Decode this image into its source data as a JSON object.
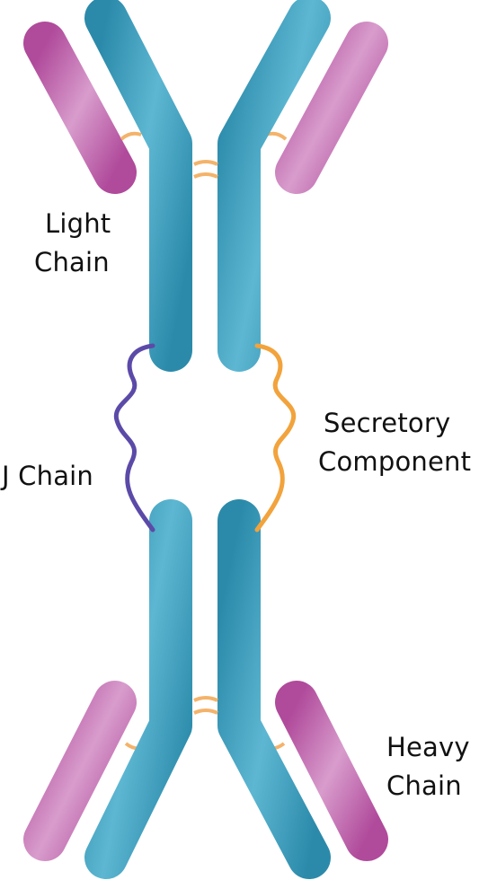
{
  "labels": {
    "light_chain": [
      "Light",
      "Chain"
    ],
    "j_chain": "J Chain",
    "secretory_component": [
      "Secretory",
      "Component"
    ],
    "heavy_chain": [
      "Heavy",
      "Chain"
    ]
  },
  "colors": {
    "heavy_chain": "#2f93b4",
    "heavy_chain_highlight": "#6cc3dc",
    "light_chain": "#b64e9f",
    "light_chain_highlight": "#dca2cf",
    "disulfide_bond": "#f4b36a",
    "j_chain": "#5c4aa8",
    "secretory_component": "#f2a33c",
    "label_text": "#111111"
  }
}
